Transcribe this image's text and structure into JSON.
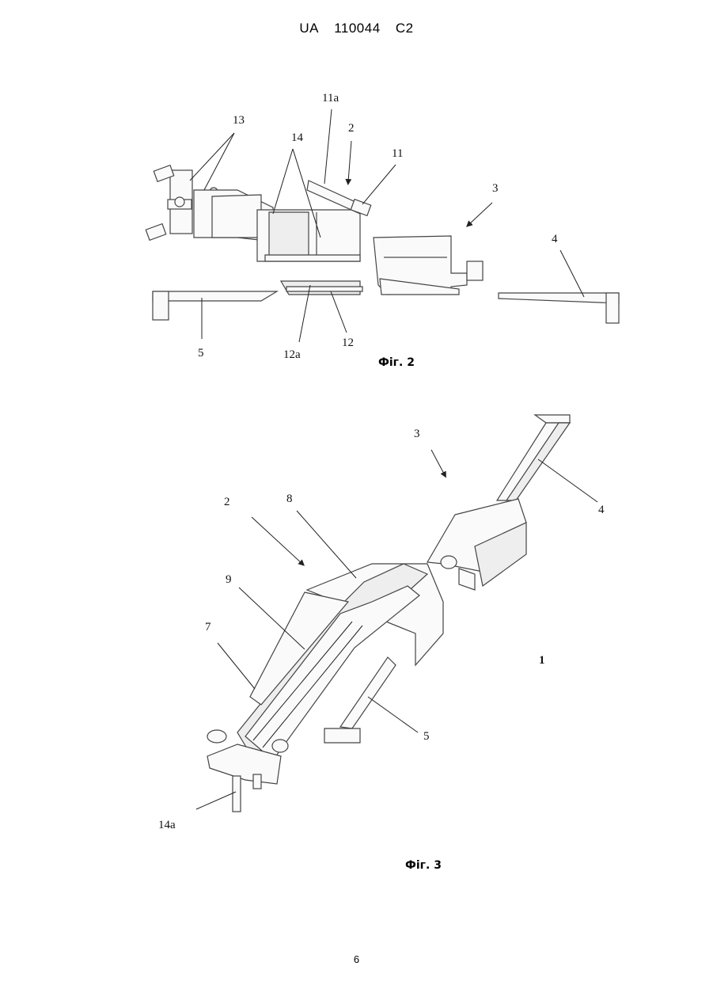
{
  "header": {
    "country": "UA",
    "number": "110044",
    "kind": "C2"
  },
  "figure2": {
    "caption": "Фіг. 2",
    "labels": [
      "13",
      "14",
      "11a",
      "2",
      "11",
      "3",
      "4",
      "5",
      "12a",
      "12"
    ]
  },
  "figure3": {
    "caption": "Фіг. 3",
    "labels": [
      "3",
      "4",
      "2",
      "8",
      "9",
      "7",
      "1",
      "5",
      "14a"
    ]
  },
  "page_number": "6"
}
